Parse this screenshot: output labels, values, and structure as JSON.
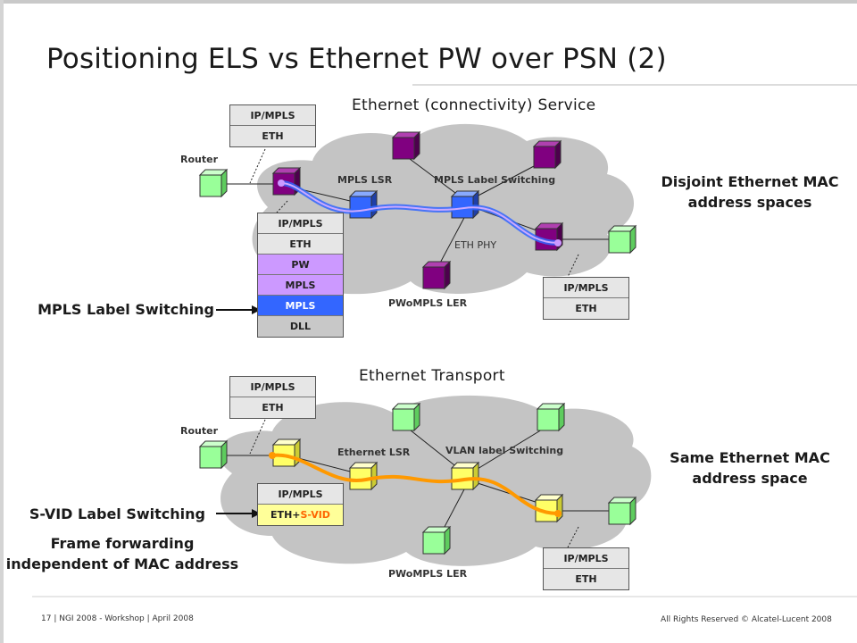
{
  "slide": {
    "title": "Positioning ELS vs Ethernet PW over PSN (2)",
    "footer_left": "17 | NGI 2008 - Workshop | April 2008",
    "footer_right": "All Rights Reserved © Alcatel-Lucent 2008"
  },
  "top": {
    "heading": "Ethernet (connectivity) Service",
    "router_label": "Router",
    "lsr_label": "MPLS LSR",
    "switching_label": "MPLS Label Switching",
    "phy_label": "ETH PHY",
    "ler_label": "PWoMPLS LER",
    "note": "Disjoint Ethernet MAC address spaces",
    "left_note": "MPLS Label Switching",
    "stack_small_left": [
      "IP/MPLS",
      "ETH"
    ],
    "stack_big": [
      "IP/MPLS",
      "ETH",
      "PW",
      "MPLS",
      "MPLS",
      "DLL"
    ],
    "stack_small_right": [
      "IP/MPLS",
      "ETH"
    ]
  },
  "bottom": {
    "heading": "Ethernet Transport",
    "router_label": "Router",
    "lsr_label": "Ethernet LSR",
    "switching_label": "VLAN label Switching",
    "ler_label": "PWoMPLS LER",
    "note": "Same Ethernet MAC address space",
    "left_note1": "S-VID Label Switching",
    "left_note2": "Frame forwarding independent of MAC address",
    "stack_small_left": [
      "IP/MPLS",
      "ETH"
    ],
    "stack_mid": [
      "IP/MPLS",
      "ETH+",
      "S-VID"
    ],
    "stack_small_right": [
      "IP/MPLS",
      "ETH"
    ]
  },
  "colors": {
    "cloud": "#c4c4c4",
    "purple": "#800080",
    "blue": "#3366ff",
    "green": "#99ff99",
    "yellow": "#ffff66",
    "orange": "#ff9900"
  }
}
